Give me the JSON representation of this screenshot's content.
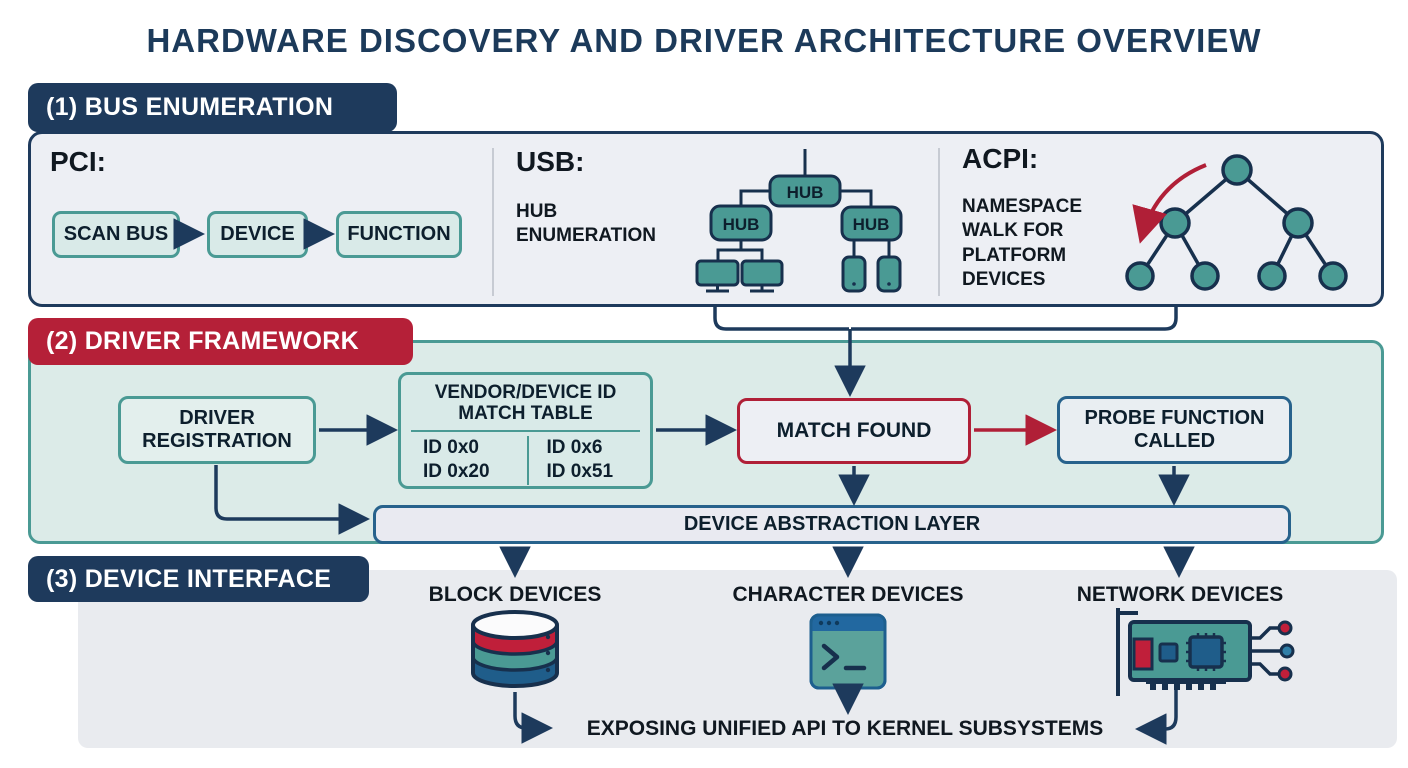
{
  "title": "HARDWARE DISCOVERY AND DRIVER ARCHITECTURE OVERVIEW",
  "colors": {
    "navy": "#1e3a5c",
    "teal": "#4a9a94",
    "crimson": "#b52038",
    "steel_blue": "#27628c",
    "panel_gray": "#edeff4",
    "panel_mint": "#dcebe8"
  },
  "sections": {
    "bus_enumeration": {
      "tab": "(1) BUS ENUMERATION",
      "pci": {
        "heading": "PCI:",
        "steps": [
          "SCAN BUS",
          "DEVICE",
          "FUNCTION"
        ]
      },
      "usb": {
        "heading": "USB:",
        "caption": "HUB ENUMERATION",
        "hub_label": "HUB"
      },
      "acpi": {
        "heading": "ACPI:",
        "caption": "NAMESPACE WALK FOR PLATFORM DEVICES"
      }
    },
    "driver_framework": {
      "tab": "(2) DRIVER FRAMEWORK",
      "driver_registration": "DRIVER REGISTRATION",
      "match_table": {
        "title": "VENDOR/DEVICE ID MATCH TABLE",
        "ids_left": [
          "ID 0x0",
          "ID 0x20"
        ],
        "ids_right": [
          "ID 0x6",
          "ID 0x51"
        ]
      },
      "match_found": "MATCH FOUND",
      "probe": "PROBE FUNCTION CALLED",
      "dal": "DEVICE ABSTRACTION LAYER"
    },
    "device_interface": {
      "tab": "(3) DEVICE INTERFACE",
      "devices": [
        "BLOCK DEVICES",
        "CHARACTER DEVICES",
        "NETWORK DEVICES"
      ],
      "footer": "EXPOSING UNIFIED API TO KERNEL SUBSYSTEMS"
    }
  }
}
